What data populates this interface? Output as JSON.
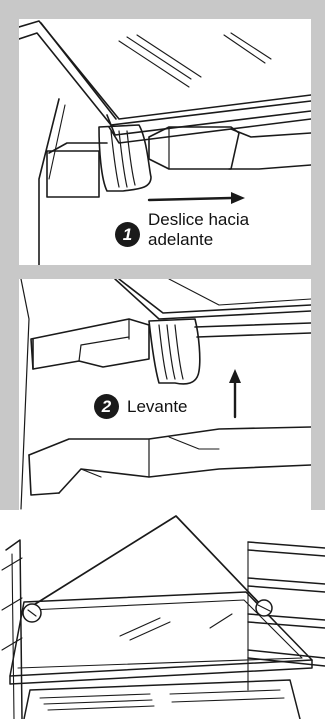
{
  "steps": [
    {
      "number": "1",
      "label": "Deslice hacia\nadelante"
    },
    {
      "number": "2",
      "label": "Levante"
    }
  ],
  "colors": {
    "frame": "#c8c8c8",
    "line": "#1a1a1a",
    "panel": "#ffffff"
  }
}
